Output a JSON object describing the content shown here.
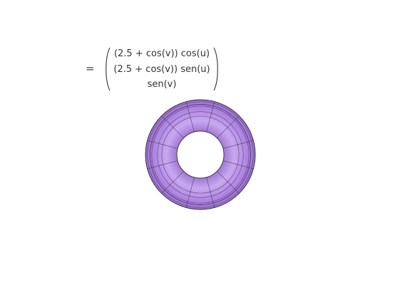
{
  "formula": {
    "equals": "=",
    "rows": [
      "(2.5 + cos(v))  cos(u)",
      "(2.5 + cos(v))  sen(u)",
      "sen(v)"
    ]
  },
  "torus": {
    "surface_color": "#b48ce6",
    "mesh_color": "#3a2a4a",
    "highlight_color": "#c8a8f0",
    "shadow_color": "#9a72d0",
    "major_radius_param": 2.5,
    "minor_radius_param": 1,
    "u_divisions": 12,
    "v_divisions": 8
  }
}
